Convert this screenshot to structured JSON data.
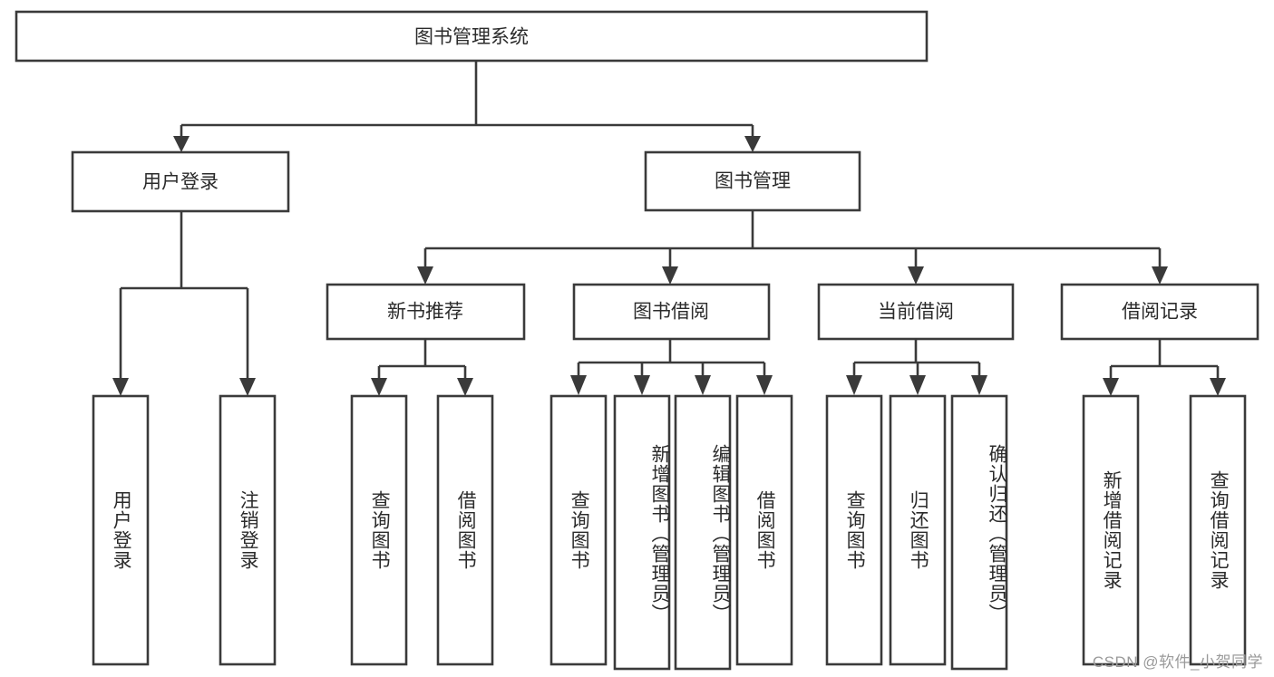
{
  "diagram": {
    "type": "tree",
    "title": "图书管理系统",
    "root": {
      "label": "图书管理系统"
    },
    "level2": [
      {
        "label": "用户登录"
      },
      {
        "label": "图书管理"
      }
    ],
    "level3": [
      {
        "label": "新书推荐"
      },
      {
        "label": "图书借阅"
      },
      {
        "label": "当前借阅"
      },
      {
        "label": "借阅记录"
      }
    ],
    "leaves": {
      "user_login": [
        "用户登录",
        "注销登录"
      ],
      "new_book_recommend": [
        "查询图书",
        "借阅图书"
      ],
      "book_borrow": [
        "查询图书",
        "新增图书（管理员）",
        "编辑图书（管理员）",
        "借阅图书"
      ],
      "current_borrow": [
        "查询图书",
        "归还图书",
        "确认归还（管理员）"
      ],
      "borrow_record": [
        "新增借阅记录",
        "查询借阅记录"
      ]
    }
  },
  "watermark": {
    "text": "CSDN @软件_小贺同学"
  },
  "colors": {
    "stroke": "#3a3a3a",
    "fill": "#ffffff",
    "text": "#2b2b2b",
    "watermark": "#9a9a9a"
  }
}
